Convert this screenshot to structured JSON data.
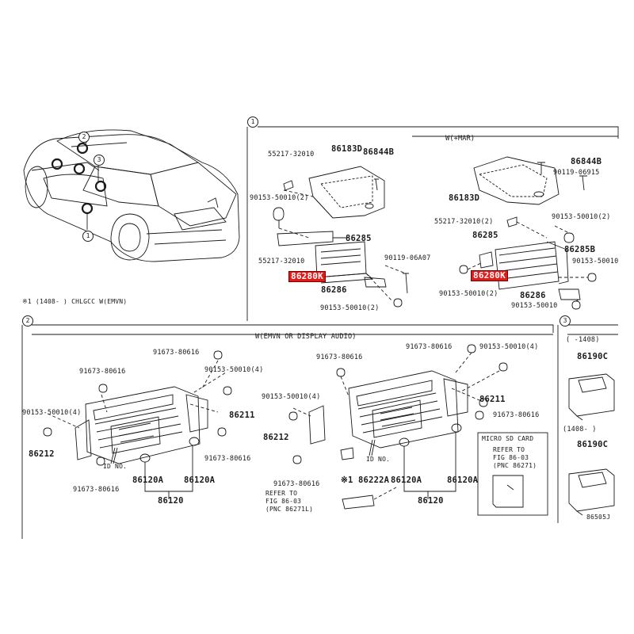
{
  "diagram_id": "86505J",
  "car": {
    "callouts": [
      "2",
      "3",
      "1"
    ]
  },
  "section1": {
    "number": "1",
    "variant_label": "W(+MAR)",
    "footnote": "※1 (1408-    ) CHLGCC W(EMVN)",
    "left": {
      "parts": [
        "55217-32010",
        "86183D",
        "86844B",
        "90153-50010(2)",
        "86285",
        "55217-32010",
        "90119-06A07",
        "86280K",
        "86286",
        "90153-50010(2)"
      ]
    },
    "right": {
      "parts": [
        "86844B",
        "90119-06915",
        "86183D",
        "55217-32010(2)",
        "90153-50010(2)",
        "86285",
        "86285B",
        "90153-50010",
        "86280K",
        "86286",
        "90153-50010(2)",
        "90153-50010"
      ]
    }
  },
  "section2": {
    "number": "2",
    "variant_label": "W(EMVN OR DISPLAY AUDIO)",
    "left": {
      "parts": [
        "91673-80616",
        "91673-80616",
        "90153-50010(4)",
        "90153-50010(4)",
        "86211",
        "86212",
        "ID NO.",
        "91673-80616",
        "86120A",
        "86120A",
        "91673-80616",
        "86120"
      ]
    },
    "right": {
      "parts": [
        "91673-80616",
        "91673-80616",
        "90153-50010(4)",
        "90153-50010(4)",
        "86211",
        "86212",
        "91673-80616",
        "ID NO.",
        "91673-80616",
        "※1 86222A",
        "86120A",
        "86120A",
        "86120"
      ],
      "refer_lines": [
        "REFER TO",
        "FIG 86-03",
        "(PNC 86271L)"
      ]
    },
    "micro_sd": {
      "title": "MICRO SD CARD",
      "refer_lines": [
        "REFER TO",
        "FIG 86-03",
        "(PNC 86271)"
      ]
    }
  },
  "section3": {
    "number": "3",
    "top_range": "(     -1408)",
    "top_part": "86190C",
    "bottom_range": "(1408-     )",
    "bottom_part": "86190C"
  },
  "colors": {
    "highlight": "#e11a1a",
    "line": "#1a1a1a",
    "background": "#ffffff"
  }
}
